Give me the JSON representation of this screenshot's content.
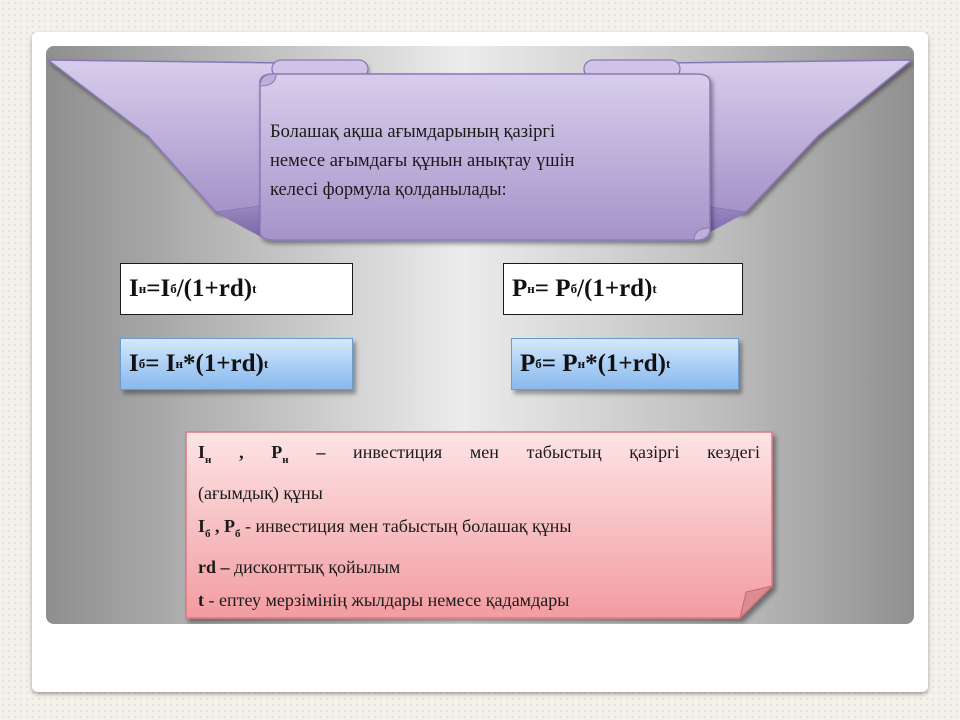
{
  "caption": {
    "line1": "Болашақ ақша ағымдарының қазіргі",
    "line2": "немесе ағымдағы құнын анықтау үшін",
    "line3": "келесі формула қолданылады:"
  },
  "formulas": {
    "f1": {
      "a": "I",
      "a_sub": "н",
      "eq": " =I",
      "b_sub": "б",
      "rest": "/(1+rd)",
      "sup": "t"
    },
    "f2": {
      "a": "P",
      "a_sub": "н",
      "eq": " = P",
      "b_sub": "б",
      "rest": "/(1+rd)",
      "sup": "t"
    },
    "f3": {
      "a": "I",
      "a_sub": "б",
      "eq": " = I",
      "b_sub": "н",
      "rest": "*(1+rd)",
      "sup": "t"
    },
    "f4": {
      "a": "P",
      "a_sub": "б",
      "eq": " = P",
      "b_sub": "н",
      "rest": "*(1+rd)",
      "sup": "t"
    }
  },
  "notes": {
    "n1": {
      "a": "I",
      "a_sub": "н",
      "sep": " , ",
      "b": "P",
      "b_sub": "н",
      "dash": " –",
      "text": " инвестиция мен табыстың қазіргі кездегі"
    },
    "n1_cont": "(ағымдық) құны",
    "n2": {
      "a": "I",
      "a_sub": "б",
      "sep": " , ",
      "b": "P",
      "b_sub": "б",
      "text": " - инвестиция мен табыстың болашақ құны"
    },
    "n3": {
      "term": "rd –",
      "text": " дисконттық қойылым"
    },
    "n4": {
      "term": "t",
      "text": " - ептеу мерзімінің жылдары немесе қадамдары"
    }
  },
  "colors": {
    "ribbon": "#a593c9",
    "formula_blue": "#a9cdf4",
    "note_pink": "#f4a6aa"
  }
}
